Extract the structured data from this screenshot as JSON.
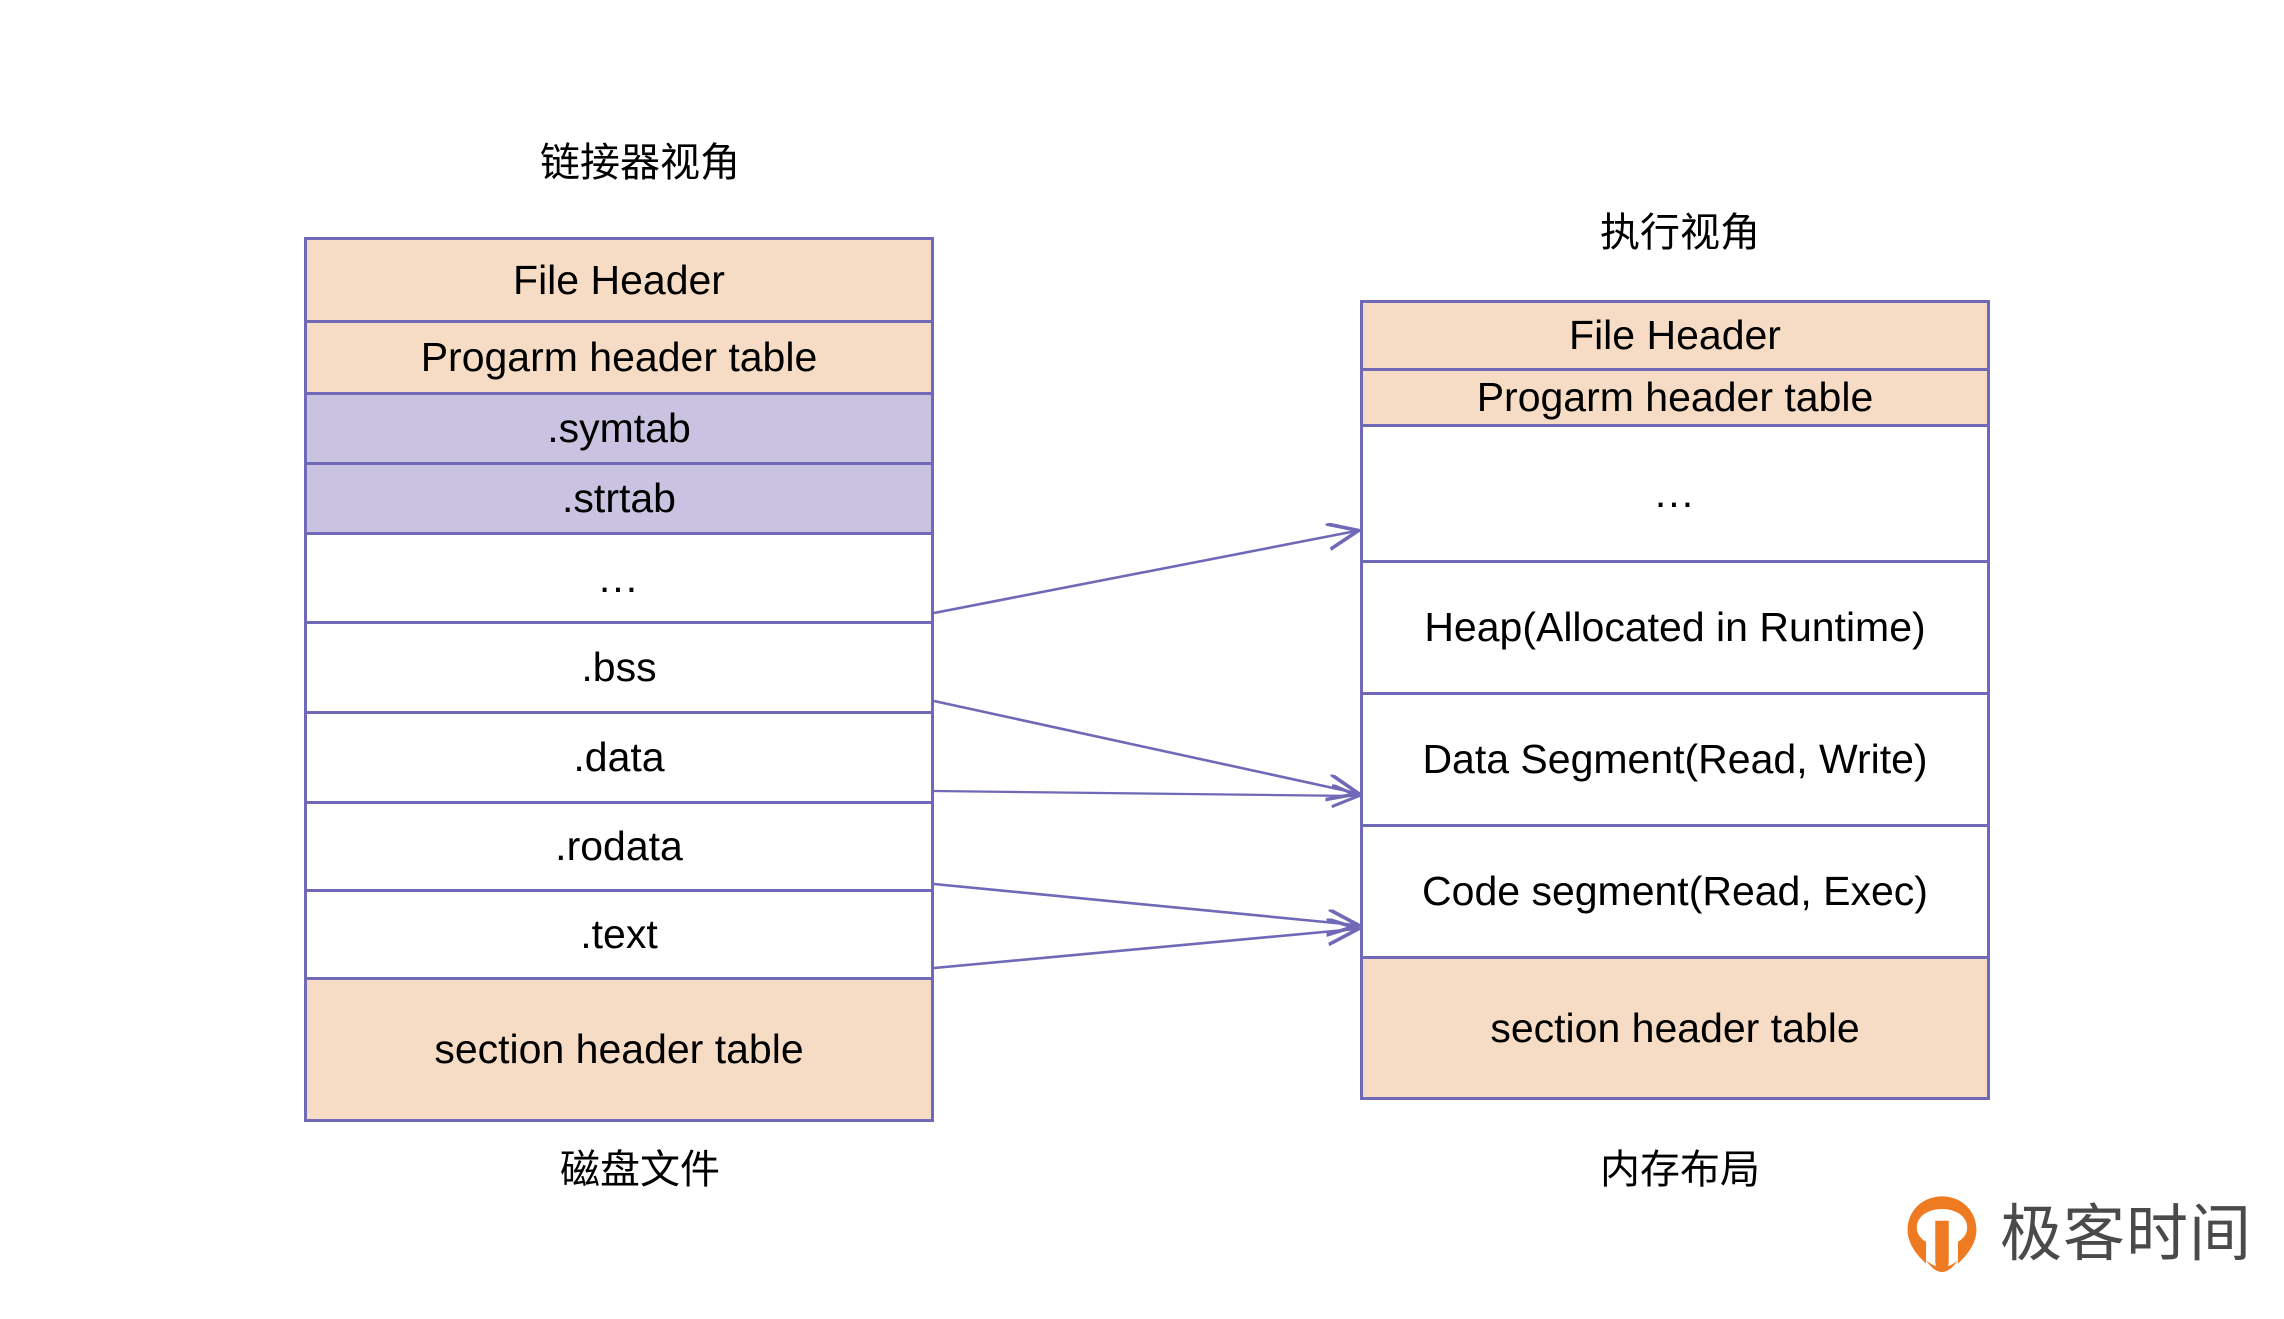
{
  "diagram": {
    "left_panel": {
      "title": "链接器视角",
      "caption": "磁盘文件",
      "rows": [
        {
          "label": "File Header",
          "fill": "peach"
        },
        {
          "label": "Progarm header table",
          "fill": "peach"
        },
        {
          "label": ".symtab",
          "fill": "purple"
        },
        {
          "label": ".strtab",
          "fill": "purple"
        },
        {
          "label": "...",
          "fill": "plain"
        },
        {
          "label": ".bss",
          "fill": "plain"
        },
        {
          "label": ".data",
          "fill": "plain"
        },
        {
          "label": ".rodata",
          "fill": "plain"
        },
        {
          "label": ".text",
          "fill": "plain"
        },
        {
          "label": "section header table",
          "fill": "peach"
        }
      ]
    },
    "right_panel": {
      "title": "执行视角",
      "caption": "内存布局",
      "rows": [
        {
          "label": "File Header",
          "fill": "peach"
        },
        {
          "label": "Progarm header table",
          "fill": "peach"
        },
        {
          "label": "...",
          "fill": "plain"
        },
        {
          "label": "Heap(Allocated in Runtime)",
          "fill": "plain"
        },
        {
          "label": "Data Segment(Read, Write)",
          "fill": "plain"
        },
        {
          "label": "Code segment(Read, Exec)",
          "fill": "plain"
        },
        {
          "label": "section header table",
          "fill": "peach"
        }
      ]
    },
    "mappings": [
      {
        "from": "...",
        "to": "..."
      },
      {
        "from": ".bss",
        "to": "Data Segment(Read, Write)"
      },
      {
        "from": ".data",
        "to": "Data Segment(Read, Write)"
      },
      {
        "from": ".rodata",
        "to": "Code segment(Read, Exec)"
      },
      {
        "from": ".text",
        "to": "Code segment(Read, Exec)"
      }
    ]
  },
  "logo": {
    "text": "极客时间",
    "mark": "geektime-pin-icon",
    "mark_color": "#EE7B21",
    "text_color": "#4A4A4A"
  },
  "colors": {
    "peach": "#F6DCC4",
    "purple": "#C9C2E0",
    "border": "#6F69B8",
    "arrow": "#6F69B8",
    "background": "#FFFFFF"
  }
}
